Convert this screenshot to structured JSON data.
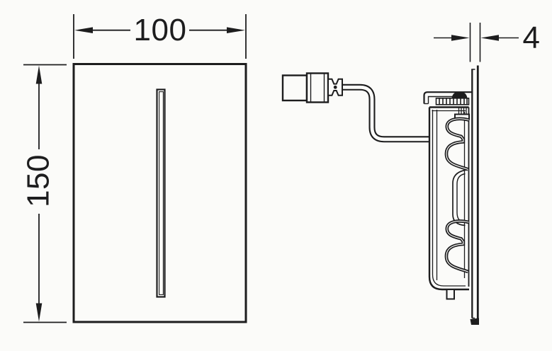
{
  "drawing": {
    "colors": {
      "background": "#fbfbf9",
      "line": "#1d1d1e"
    },
    "labels": {
      "width": "100",
      "height": "150",
      "depth": "4"
    }
  }
}
